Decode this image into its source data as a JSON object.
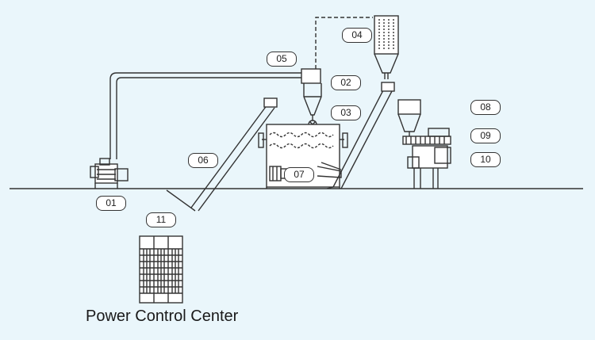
{
  "diagram": {
    "labels": [
      "01",
      "02",
      "03",
      "04",
      "05",
      "06",
      "07",
      "08",
      "09",
      "10",
      "11"
    ],
    "caption": "Power Control Center"
  }
}
